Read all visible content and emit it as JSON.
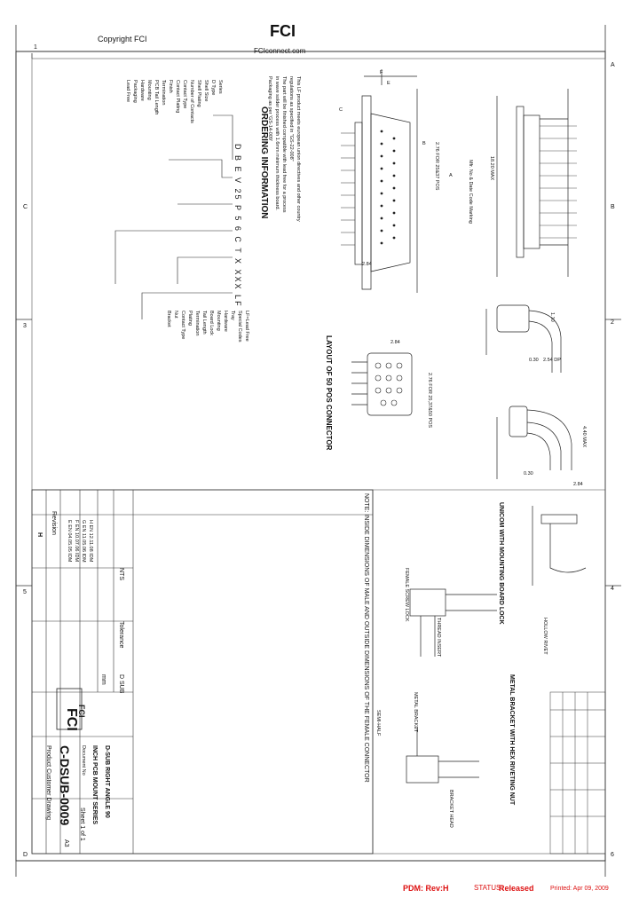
{
  "header": {
    "copyright": "Copyright  FCI",
    "brand": "FCI",
    "url": "FCIconnect.com"
  },
  "ordering": {
    "title": "ORDERING INFORMATION",
    "code": "D B E V 25 P 5 6 C T X XXX LF",
    "notes": [
      "This LF product meets european union directives and other country",
      "regulations as specified in \"GS-22-008\"",
      "The part will be finished compatible with lead free for a process",
      "in wave solder process with 1.6mm minimum thickness board.",
      "Packaging as per 'GS-14-009'"
    ],
    "options_left": [
      "Series",
      "D Type",
      "Shell Size",
      "Shell Plating",
      "Number of Contacts",
      "Contact Type",
      "Contact Plating",
      "Finish",
      "Termination",
      "PCB Tail Length",
      "Mounting",
      "Hardware",
      "Packaging",
      "Lead Free"
    ],
    "options_right": [
      "LF=Lead Free",
      "Special Codes",
      "Tray",
      "Hardware",
      "Mounting",
      "Board Lock",
      "Tail Length",
      "Termination",
      "Plating",
      "Contact Type",
      "Nut",
      "Bracket"
    ]
  },
  "drawing": {
    "layout_title": "LAYOUT OF 50 POS CONNECTOR",
    "dims": [
      "2.84",
      "2.54 DP",
      "0.30",
      "1.10",
      "2.84",
      "4.40 MAX",
      "0.30",
      "2.84",
      "18.20 MAX",
      "A",
      "B",
      "C",
      "F",
      "E"
    ],
    "notes": [
      "Mfr. No & Date Code Marking",
      "2.76 FOR 25&37 POS",
      "2.76 FOR 25,37&50 POS",
      "METAL BRACKET WITH HEX RIVETING NUT",
      "HOLLOW RIVET",
      "UNICOM WITH MOUNTING BOARD LOCK",
      "METAL BRACKET",
      "SEMI-HALF",
      "BRACKET HEAD",
      "THREAD INSERT",
      "FEMALE SCREW LOCK",
      "NOTE: INSIDE DIMENSIONS OF MALE AND OUTSIDE DIMENSIONS OF THE FEMALE CONNECTOR"
    ]
  },
  "title_block": {
    "product_family": "D SUB",
    "tol_label": "Tolerance",
    "description": "D-SUB RIGHT ANGLE 90",
    "description2": "INCH PCB MOUNT SERIES",
    "doc_no": "C-DSUB-0009",
    "doc_label": "Document No",
    "type": "Product Customer Drawing",
    "sheet": "Sheet 1 of 1",
    "size": "A3",
    "rev_label": "Revision",
    "rev": "H",
    "logo": "FCI",
    "scale": "NTS",
    "units": "mm"
  },
  "revisions": [
    "H  EN  12.11.08  IDM",
    "G  EN  11.05.06  IDM",
    "F  EN  10.07.06  IDM",
    "E  EN  04.05.05  IDM"
  ],
  "frame": {
    "cols": [
      "1",
      "2",
      "3",
      "4",
      "5",
      "6"
    ],
    "rows": [
      "A",
      "B",
      "C",
      "D"
    ]
  },
  "footer": {
    "pdm": "PDM: Rev:H",
    "status_label": "STATUS:",
    "status": "Released",
    "printed": "Printed: Apr 09, 2009"
  }
}
